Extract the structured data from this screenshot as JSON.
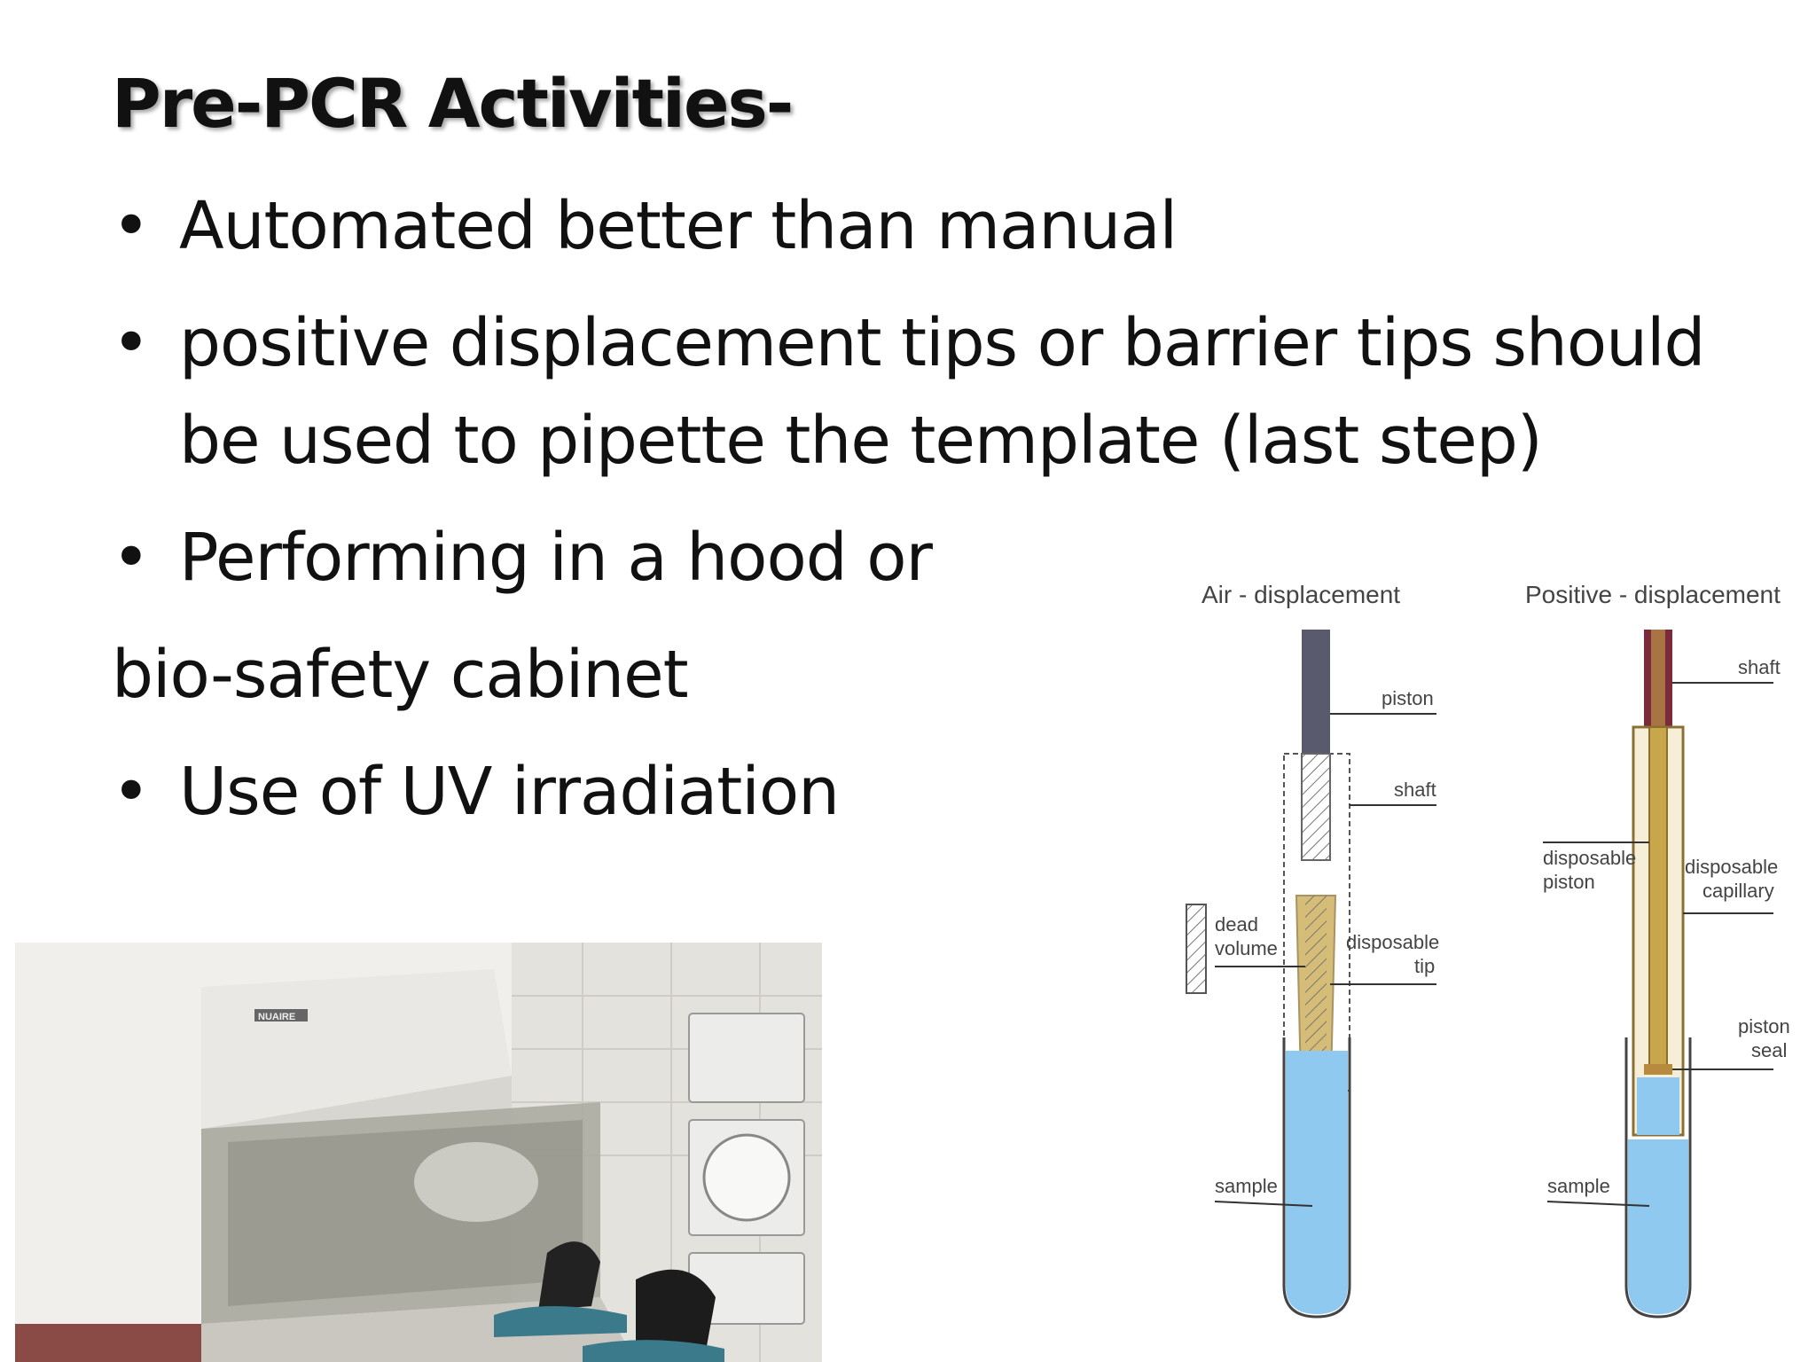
{
  "title": "Pre-PCR Activities-",
  "bullets": [
    "Automated better than manual",
    "positive displacement tips or barrier tips should be used to pipette the template (last step)",
    "Performing in a hood or"
  ],
  "continuation": "bio-safety cabinet",
  "last_bullet": "Use of UV irradiation",
  "bullet_char": "•",
  "diagram": {
    "air_title": "Air - displacement",
    "pos_title": "Positive - displacement",
    "air_labels": {
      "piston": "piston",
      "shaft": "shaft",
      "dead1": "dead",
      "dead2": "volume",
      "tip1": "disposable",
      "tip2": "tip",
      "sample": "sample"
    },
    "pos_labels": {
      "shaft": "shaft",
      "dp1": "disposable",
      "dp2": "piston",
      "cap1": "disposable",
      "cap2": "capillary",
      "seal1": "piston",
      "seal2": "seal",
      "sample": "sample"
    }
  },
  "photo": {
    "cabinet_brand": "NUAIRE"
  },
  "colors": {
    "liquid": "#8fc9ef",
    "piston": "#5a5a6e",
    "shaft_red": "#7a2a3a",
    "tip_gold": "#c8a64a"
  }
}
